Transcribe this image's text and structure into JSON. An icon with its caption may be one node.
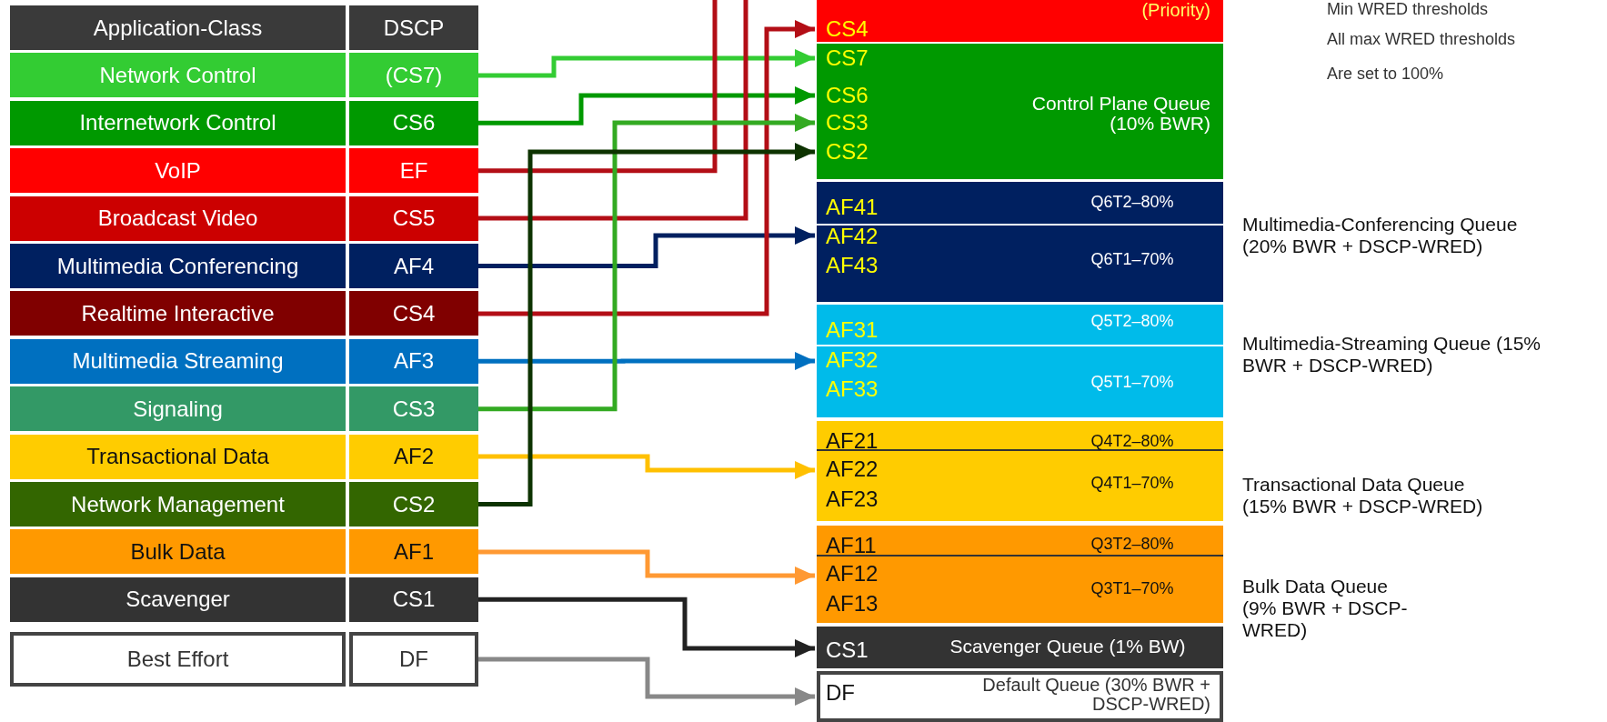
{
  "diagram": {
    "nodes": [
      {
        "text": [
          "Application-Class",
          "DSCP"
        ]
      },
      {
        "text": [
          "Network Control",
          "(CS7)"
        ]
      },
      {
        "text": [
          "Internetwork Control",
          "CS6"
        ]
      },
      {
        "text": [
          "VoIP",
          "EF"
        ]
      },
      {
        "text": [
          "Broadcast Video",
          "CS5"
        ]
      },
      {
        "text": [
          "Multimedia Conferencing",
          "AF4"
        ]
      },
      {
        "text": [
          "Realtime Interactive",
          "CS4"
        ]
      },
      {
        "text": [
          "Multimedia Streaming",
          "AF3"
        ]
      },
      {
        "text": [
          "Signaling",
          "CS3"
        ]
      },
      {
        "text": [
          "Transactional Data",
          "AF2"
        ]
      },
      {
        "text": [
          "Network Management",
          "CS2"
        ]
      },
      {
        "text": [
          "Bulk Data",
          "AF1"
        ]
      },
      {
        "text": [
          "Scavenger",
          "CS1"
        ]
      },
      {
        "text": [
          "Best Effort",
          "DF"
        ]
      },
      {
        "text": [
          "(Priority)",
          "CS4"
        ]
      },
      {
        "text": [
          "CS7",
          "CS6",
          "CS3",
          "CS2",
          "Control Plane Queue (10% BWR)"
        ]
      },
      {
        "text": [
          "AF41",
          "Q6T2–80%",
          "AF42",
          "AF43",
          "Q6T1–70%"
        ],
        "beside": [
          "Multimedia-Conferencing Queue (20% BWR + DSCP-WRED)"
        ]
      },
      {
        "text": [
          "AF31",
          "Q5T2–80%",
          "AF32",
          "AF33",
          "Q5T1–70%"
        ],
        "beside": [
          "Multimedia-Streaming Queue (15% BWR + DSCP-WRED)"
        ]
      },
      {
        "text": [
          "AF21",
          "Q4T2–80%",
          "AF22",
          "AF23",
          "Q4T1–70%"
        ],
        "beside": [
          "Transactional Data Queue (15% BWR + DSCP-WRED)"
        ]
      },
      {
        "text": [
          "AF11",
          "Q3T2–80%",
          "AF12",
          "AF13",
          "Q3T1–70%"
        ],
        "beside": [
          "Bulk Data Queue (9% BWR + DSCP-WRED)"
        ]
      },
      {
        "text": [
          "CS1",
          "Scavenger Queue (1% BW)"
        ]
      },
      {
        "text": [
          "DF",
          "Default Queue (30% BWR + DSCP-WRED)"
        ]
      }
    ],
    "edges": [
      {
        "from": 1,
        "to": 15,
        "arrow": "to",
        "color": "#33cc33"
      },
      {
        "from": 2,
        "to": 15,
        "arrow": "to",
        "color": "#009900"
      },
      {
        "from": 3,
        "to": null,
        "arrow": "none",
        "color": "#b30e16"
      },
      {
        "from": 4,
        "to": null,
        "arrow": "none",
        "color": "#b30e16"
      },
      {
        "from": 5,
        "to": 16,
        "arrow": "to",
        "color": "#002060"
      },
      {
        "from": 6,
        "to": 14,
        "arrow": "to",
        "color": "#b30e16"
      },
      {
        "from": 7,
        "to": 17,
        "arrow": "to",
        "color": "#0070c0"
      },
      {
        "from": 8,
        "to": 15,
        "arrow": "to",
        "color": "#33aa22"
      },
      {
        "from": 9,
        "to": 18,
        "arrow": "to",
        "color": "#ffc000"
      },
      {
        "from": 10,
        "to": 15,
        "arrow": "to",
        "color": "#0d3300"
      },
      {
        "from": 11,
        "to": 19,
        "arrow": "to",
        "color": "#ff9933"
      },
      {
        "from": 12,
        "to": 20,
        "arrow": "to",
        "color": "#222222"
      },
      {
        "from": 13,
        "to": 21,
        "arrow": "to",
        "color": "#888888"
      }
    ],
    "labels": [
      "Min WRED thresholds",
      "All max WRED thresholds",
      "Are set to 100%"
    ]
  }
}
